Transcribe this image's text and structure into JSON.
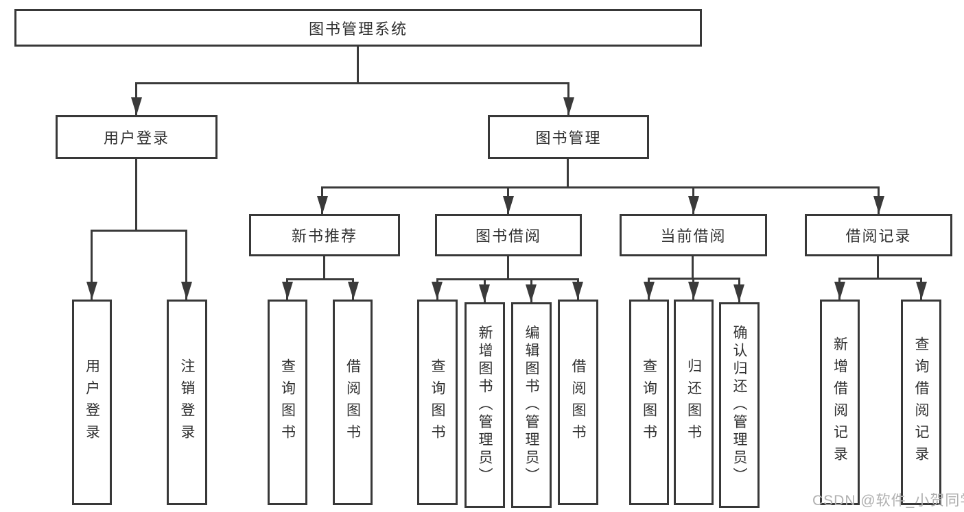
{
  "nodes": {
    "root": "图书管理系统",
    "user_login": "用户登录",
    "book_mgmt": "图书管理",
    "new_book_rec": "新书推荐",
    "book_borrow": "图书借阅",
    "current_borrow": "当前借阅",
    "borrow_records": "借阅记录",
    "leaf_user_login": "用户登录",
    "leaf_logout": "注销登录",
    "leaf_query_books_1": "查询图书",
    "leaf_borrow_books_1": "借阅图书",
    "leaf_query_books_2": "查询图书",
    "leaf_add_book_admin": "新增图书（管理员）",
    "leaf_edit_book_admin": "编辑图书（管理员）",
    "leaf_borrow_books_2": "借阅图书",
    "leaf_query_books_3": "查询图书",
    "leaf_return_books": "归还图书",
    "leaf_confirm_return_admin": "确认归还（管理员）",
    "leaf_add_borrow_record": "新增借阅记录",
    "leaf_query_borrow_record": "查询借阅记录"
  },
  "watermark": "CSDN @软件_小贺同学",
  "colors": {
    "line": "#3a3a3a",
    "box_border": "#383838",
    "text": "#303030",
    "watermark": "#b0b0b0",
    "background": "#ffffff"
  }
}
